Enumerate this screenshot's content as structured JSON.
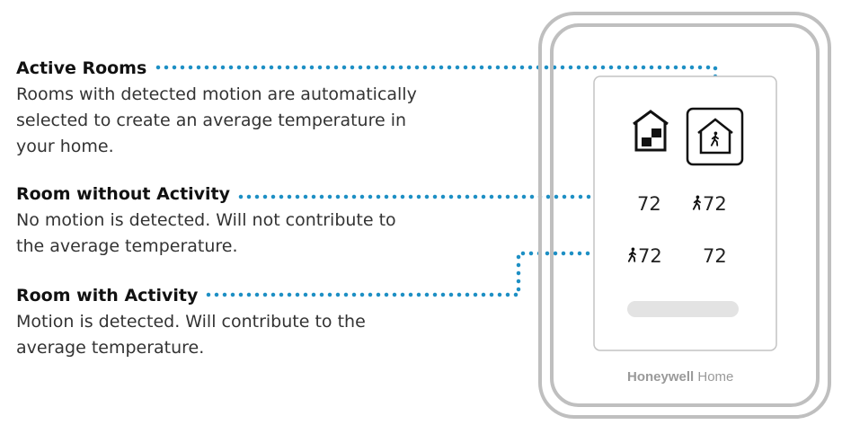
{
  "callouts": [
    {
      "title": "Active Rooms",
      "lines": [
        "Rooms with detected motion are automatically",
        "selected to create an average temperature in",
        "your home."
      ]
    },
    {
      "title": "Room without Activity",
      "lines": [
        "No motion is detected. Will not contribute to",
        "the average temperature."
      ]
    },
    {
      "title": "Room with Activity",
      "lines": [
        "Motion is detected. Will contribute to the",
        "average temperature."
      ]
    }
  ],
  "device": {
    "brand_bold": "Honeywell",
    "brand_light": " Home",
    "icons": [
      "home-icon",
      "home-motion-icon",
      "person-walking-icon"
    ],
    "readings": [
      {
        "value": "72",
        "motion": false
      },
      {
        "value": "72",
        "motion": true
      },
      {
        "value": "72",
        "motion": true
      },
      {
        "value": "72",
        "motion": false
      }
    ]
  },
  "colors": {
    "leader_dots": "#1d8fc4",
    "device_frame": "#bfbfbf",
    "screen_border": "#c4c4c4",
    "slider_bar": "#e3e3e3"
  }
}
